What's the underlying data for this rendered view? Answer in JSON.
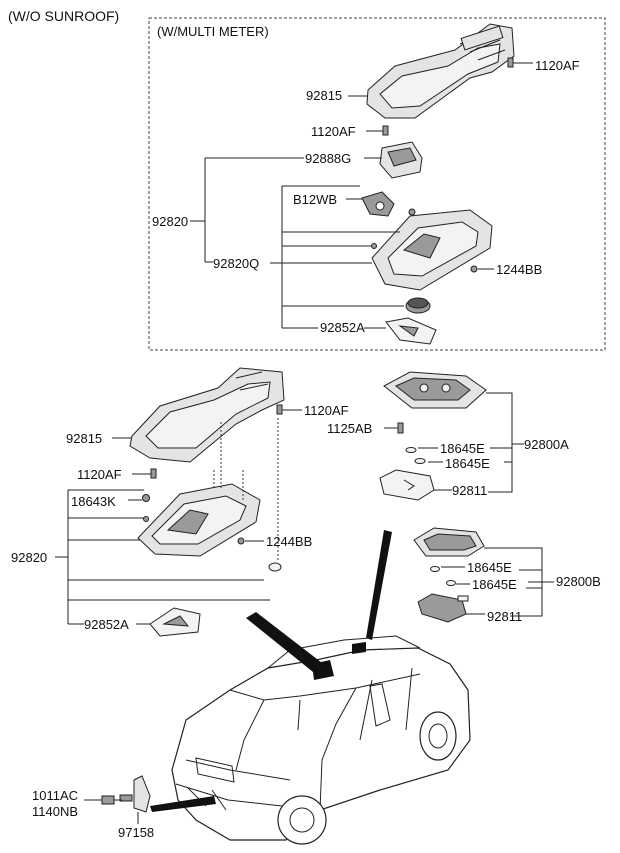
{
  "headings": {
    "wo_sunroof": "(W/O SUNROOF)",
    "w_multi_meter": "(W/MULTI METER)"
  },
  "labels": {
    "upper_1120AF_right": "1120AF",
    "upper_92815": "92815",
    "upper_1120AF_mid": "1120AF",
    "upper_92888G": "92888G",
    "upper_B12WB": "B12WB",
    "upper_92820": "92820",
    "upper_92820Q": "92820Q",
    "upper_1244BB": "1244BB",
    "upper_92852A": "92852A",
    "lower_1120AF_right": "1120AF",
    "lower_92815": "92815",
    "lower_1120AF_left": "1120AF",
    "lower_18643K": "18643K",
    "lower_92820": "92820",
    "lower_1244BB": "1244BB",
    "lower_92852A": "92852A",
    "mid_1125AB": "1125AB",
    "mid_18645E_a": "18645E",
    "mid_18645E_b": "18645E",
    "mid_92800A": "92800A",
    "mid_92811": "92811",
    "low_18645E_a": "18645E",
    "low_18645E_b": "18645E",
    "low_92800B": "92800B",
    "low_92811": "92811",
    "bolt_1011AC": "1011AC",
    "bolt_1140NB": "1140NB",
    "sensor_97158": "97158"
  }
}
